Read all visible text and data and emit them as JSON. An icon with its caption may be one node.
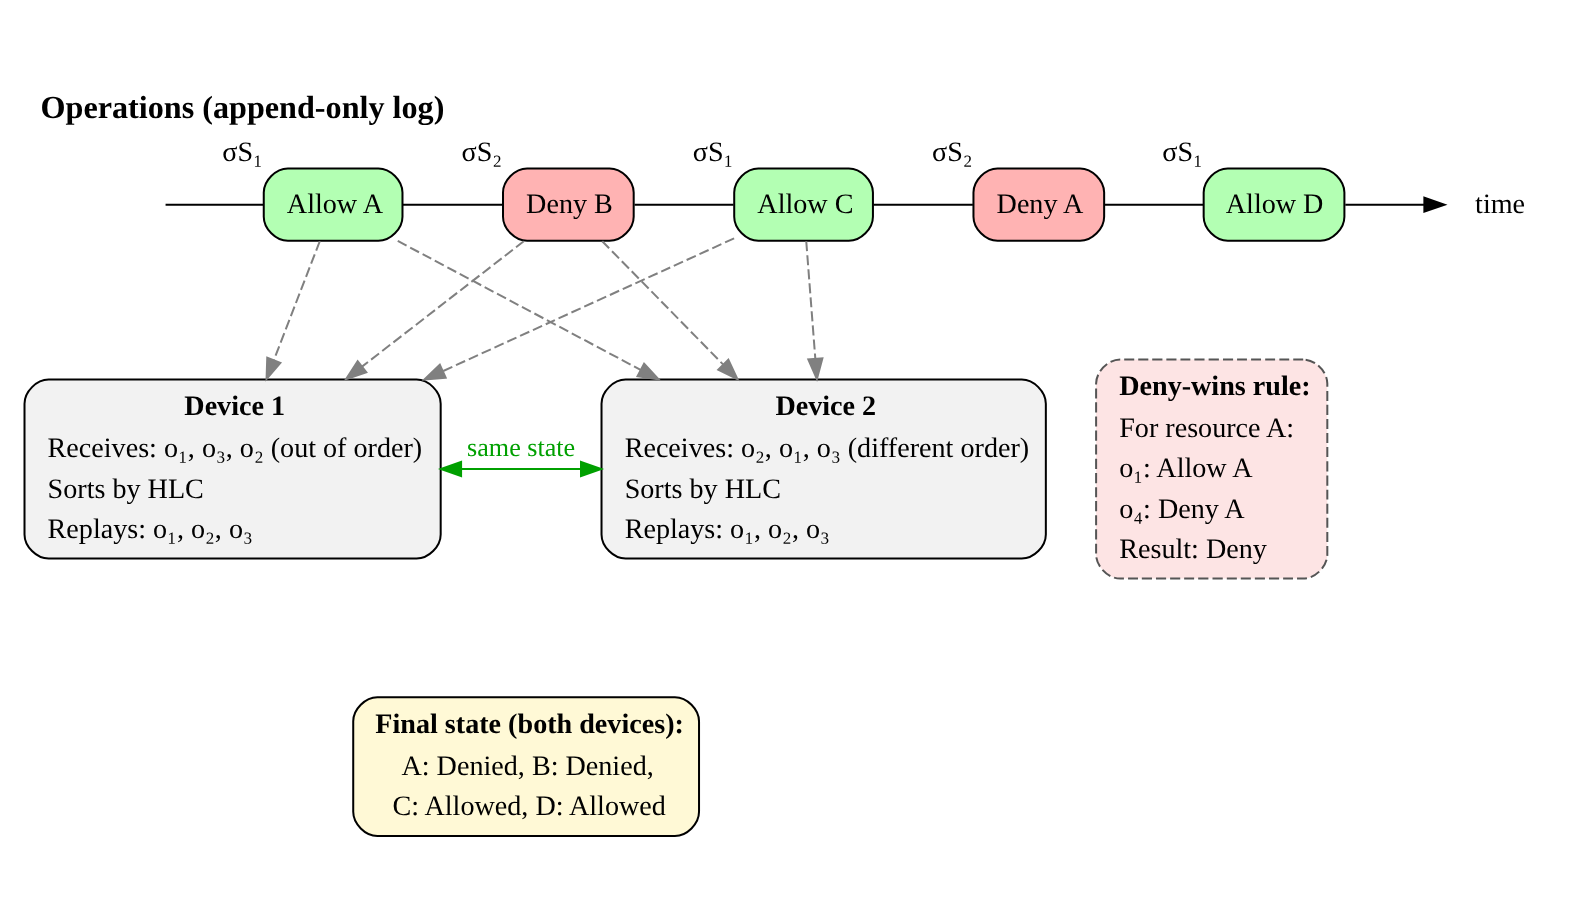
{
  "diagram": {
    "title": "Operations (append-only log)",
    "nodes": [
      {
        "text": [
          "Allow A"
        ],
        "beside": [
          "σS₁"
        ]
      },
      {
        "text": [
          "Deny B"
        ],
        "beside": [
          "σS₂"
        ]
      },
      {
        "text": [
          "Allow C"
        ],
        "beside": [
          "σS₁"
        ]
      },
      {
        "text": [
          "Deny A"
        ],
        "beside": [
          "σS₂"
        ]
      },
      {
        "text": [
          "Allow D"
        ],
        "beside": [
          "σS₁"
        ]
      },
      {
        "text": [
          "time"
        ]
      },
      {
        "text": [
          "Device 1",
          "Receives: o₁, o₃, o₂ (out of order)",
          "Sorts by HLC",
          "Replays: o₁, o₂, o₃"
        ]
      },
      {
        "text": [
          "Device 2",
          "Receives: o₂, o₁, o₃ (different order)",
          "Sorts by HLC",
          "Replays: o₁, o₂, o₃"
        ]
      },
      {
        "text": [
          "Deny-wins rule:",
          "For resource A:",
          "o₁: Allow A",
          "o₄: Deny A",
          "Result: Deny"
        ]
      },
      {
        "text": [
          "Final state (both devices):",
          "A: Denied, B: Denied,",
          "C: Allowed, D: Allowed"
        ]
      }
    ],
    "edges": [
      {
        "from": null,
        "to": 0,
        "arrow": "none"
      },
      {
        "from": 0,
        "to": 1,
        "arrow": "none"
      },
      {
        "from": 1,
        "to": 2,
        "arrow": "none"
      },
      {
        "from": 2,
        "to": 3,
        "arrow": "none"
      },
      {
        "from": 3,
        "to": 4,
        "arrow": "none"
      },
      {
        "from": 4,
        "to": 5,
        "arrow": "to"
      },
      {
        "from": 0,
        "to": 6,
        "arrow": "to",
        "style": "dashed",
        "color": "#808080"
      },
      {
        "from": 0,
        "to": 7,
        "arrow": "to",
        "style": "dashed",
        "color": "#808080"
      },
      {
        "from": 1,
        "to": 6,
        "arrow": "to",
        "style": "dashed",
        "color": "#808080"
      },
      {
        "from": 1,
        "to": 7,
        "arrow": "to",
        "style": "dashed",
        "color": "#808080"
      },
      {
        "from": 2,
        "to": 6,
        "arrow": "to",
        "style": "dashed",
        "color": "#808080"
      },
      {
        "from": 2,
        "to": 7,
        "arrow": "to",
        "style": "dashed",
        "color": "#808080"
      },
      {
        "from": 6,
        "to": 7,
        "arrow": "both",
        "label": "same state",
        "color": "#00a000"
      }
    ]
  }
}
